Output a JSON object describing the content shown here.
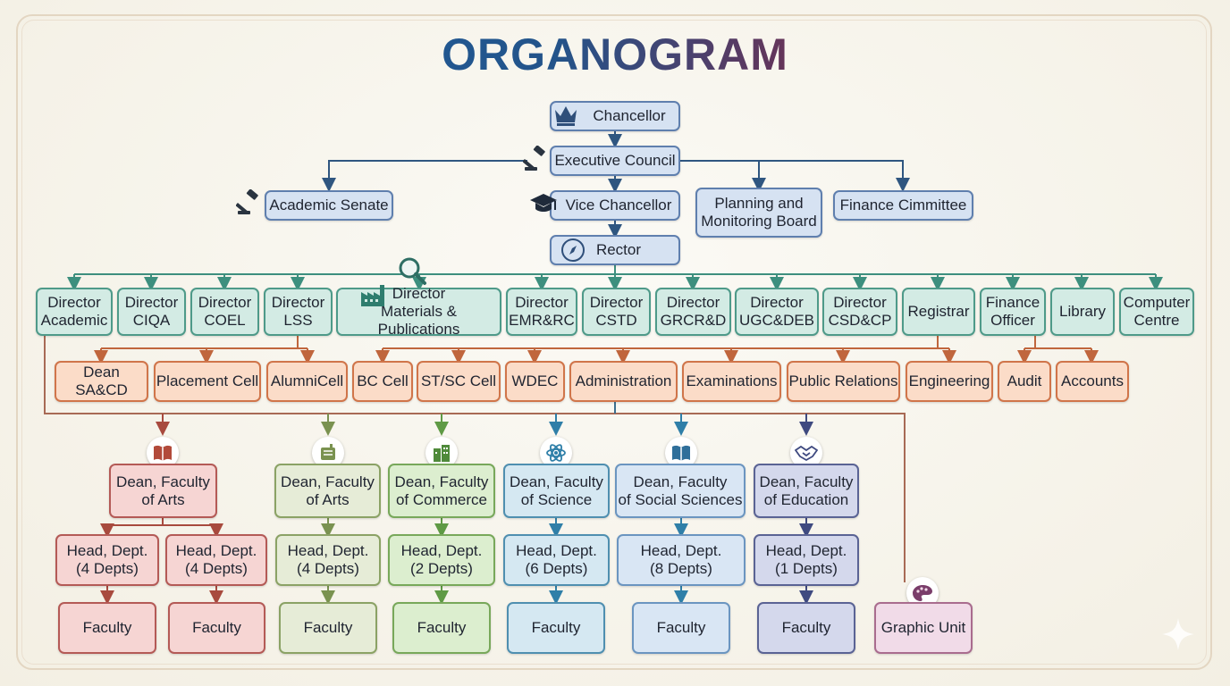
{
  "title": "ORGANOGRAM",
  "top": {
    "chancellor": "Chancellor",
    "executive_council": "Executive Council",
    "academic_senate": "Academic Senate",
    "vice_chancellor": "Vice Chancellor",
    "planning_board": "Planning and\nMonitoring Board",
    "finance_committee": "Finance Cimmittee",
    "rector": "Rector"
  },
  "directors": [
    "Director\nAcademic",
    "Director\nCIQA",
    "Director\nCOEL",
    "Director\nLSS",
    "Director\nMaterials & Publications",
    "Director\nEMR&RC",
    "Director\nCSTD",
    "Director\nGRCR&D",
    "Director\nUGC&DEB",
    "Director\nCSD&CP",
    "Registrar",
    "Finance\nOfficer",
    "Library",
    "Computer\nCentre"
  ],
  "units": [
    "Dean SA&CD",
    "Placement Cell",
    "AlumniCell",
    "BC Cell",
    "ST/SC Cell",
    "WDEC",
    "Administration",
    "Examinations",
    "Public Relations",
    "Engineering",
    "Audit",
    "Accounts"
  ],
  "deans": [
    "Dean, Faculty\nof Arts",
    "Dean, Faculty\nof Arts",
    "Dean, Faculty\nof Commerce",
    "Dean, Faculty\nof Science",
    "Dean, Faculty\nof Social Sciences",
    "Dean, Faculty\nof Education"
  ],
  "heads": [
    "Head, Dept.\n(4 Depts)",
    "Head, Dept.\n(4 Depts)",
    "Head, Dept.\n(4 Depts)",
    "Head, Dept.\n(2 Depts)",
    "Head, Dept.\n(6 Depts)",
    "Head, Dept.\n(8 Depts)",
    "Head, Dept.\n(1 Depts)"
  ],
  "faculty_label": "Faculty",
  "graphic_unit": "Graphic Unit",
  "colors": {
    "top_boxes": "#d6e2f2",
    "directors": "#d3ebe4",
    "units": "#fbdcc8",
    "arts": "#f6d5d3",
    "arts_2": "#e6ecd7",
    "commerce": "#dceecf",
    "science": "#d5e8f2",
    "social_sciences": "#d9e6f4",
    "education": "#d4d8ec",
    "graphic_unit": "#f1dbe8"
  },
  "icons": [
    "crown-icon",
    "gavel-icon",
    "graduation-cap-icon",
    "compass-icon",
    "magnifier-icon",
    "factory-icon",
    "book-icon",
    "scroll-icon",
    "building-icon",
    "atom-icon",
    "handshake-icon",
    "palette-icon",
    "sparkle-icon"
  ]
}
